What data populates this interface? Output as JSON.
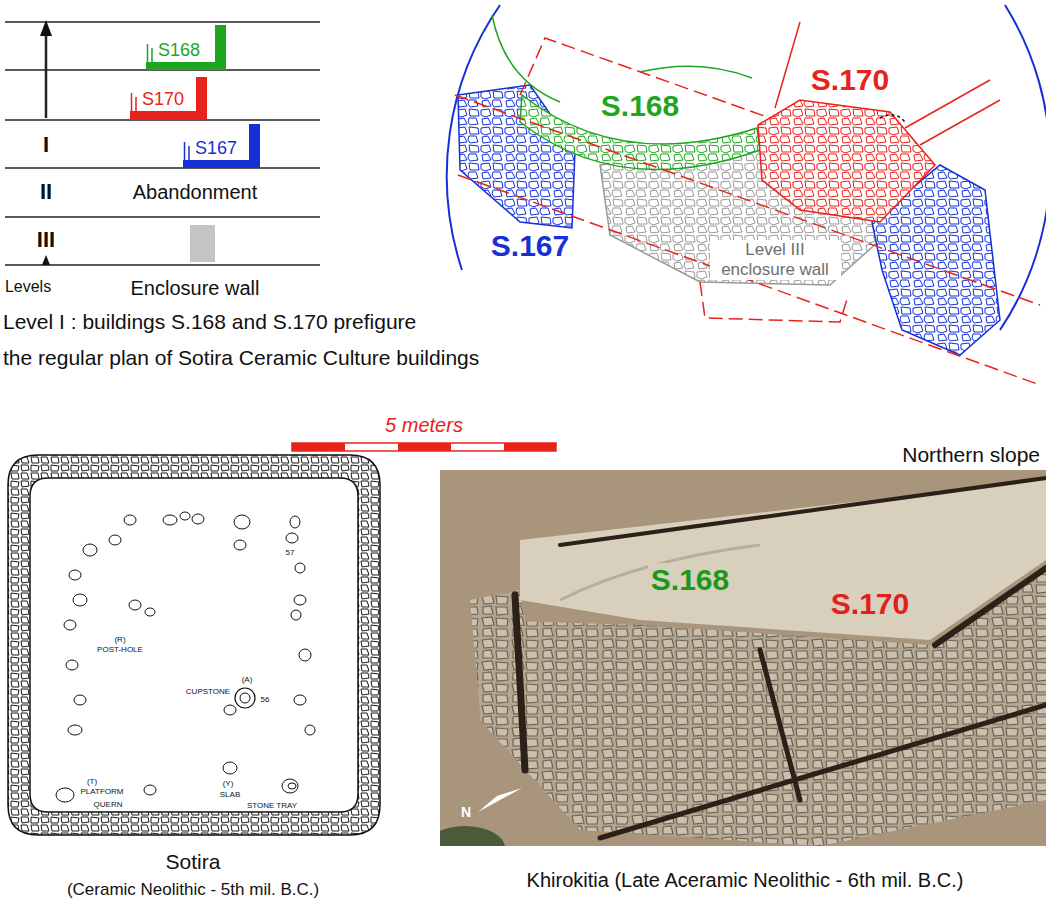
{
  "diagram": {
    "nodes": [
      {
        "text": [
          "S168"
        ]
      },
      {
        "text": [
          "S170"
        ]
      },
      {
        "text": [
          "S167"
        ]
      }
    ],
    "labels": [
      "I",
      "II",
      "Abandonment",
      "III",
      "Levels",
      "Enclosure wall",
      "S.168",
      "S.170",
      "S.167",
      "Level III enclosure wall",
      "Level I : buildings S.168 and S.170 prefigure",
      "the regular plan of Sotira Ceramic Culture buildings",
      "5 meters",
      "Northern slope",
      "(R)",
      "POST-HOLE",
      "57",
      "(A)",
      "CUPSTONE",
      "56",
      "(T)",
      "PLATFORM",
      "QUERN",
      "(Y)",
      "SLAB",
      "STONE TRAY",
      "S.168",
      "S.170",
      "N",
      "Sotira",
      "(Ceramic Neolithic - 5th mil. B.C.)",
      "Khirokitia (Late Aceramic Neolithic - 6th mil. B.C.)"
    ]
  }
}
